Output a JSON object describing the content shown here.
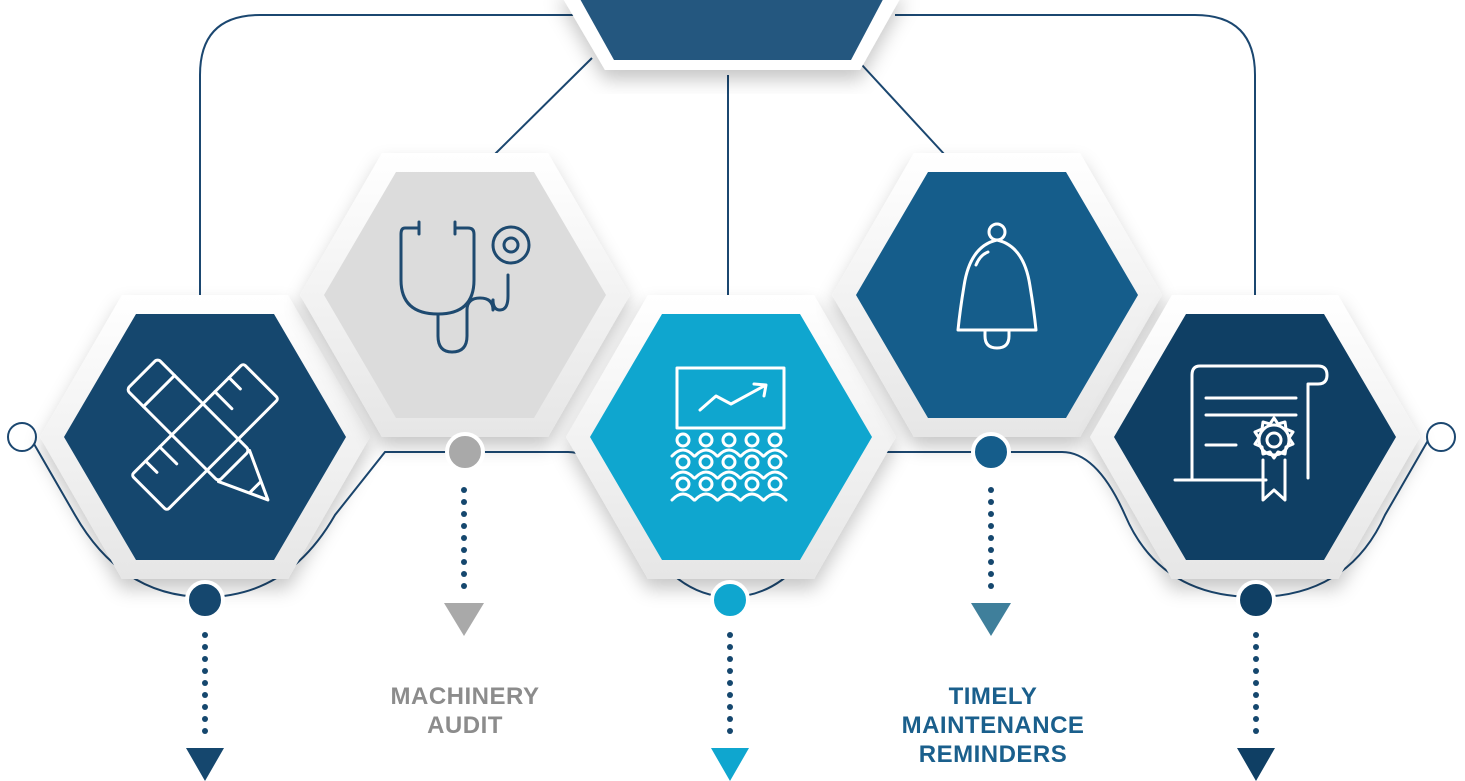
{
  "labels": {
    "machinery_audit": [
      "MACHINERY",
      "AUDIT"
    ],
    "timely_maintenance": [
      "TIMELY",
      "MAINTENANCE",
      "REMINDERS"
    ]
  },
  "colors": {
    "navy": "#15476e",
    "dark_navy": "#0f3f64",
    "blue": "#155d8b",
    "cyan": "#0fa6cf",
    "grey_fill": "#dcdcdc",
    "grey_icon": "#1e4a70",
    "grey_dot": "#a9a9a9",
    "teal_arrow": "#3f7f9b",
    "line": "#1b4770"
  },
  "hexagons": [
    {
      "id": "design-tools",
      "icon": "pencil-ruler-icon",
      "color": "#15476e"
    },
    {
      "id": "machinery-audit",
      "icon": "stethoscope-icon",
      "color": "#dcdcdc"
    },
    {
      "id": "training",
      "icon": "presentation-audience-icon",
      "color": "#0fa6cf"
    },
    {
      "id": "timely-maintenance",
      "icon": "bell-icon",
      "color": "#155d8b"
    },
    {
      "id": "certification",
      "icon": "certificate-icon",
      "color": "#0f3f64"
    }
  ]
}
